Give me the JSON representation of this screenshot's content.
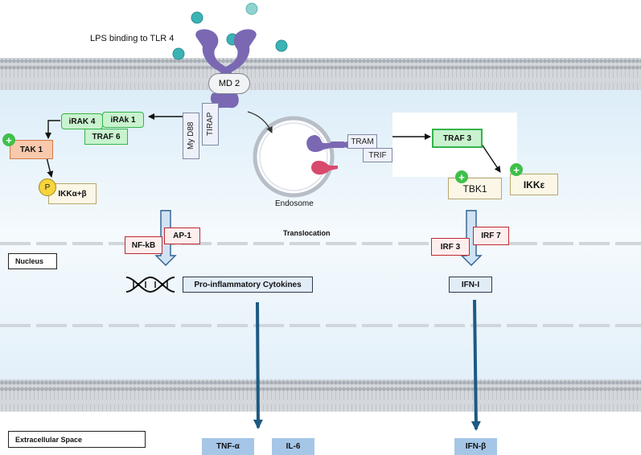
{
  "labels": {
    "lps_binding": "LPS binding to TLR 4",
    "md2": "MD 2",
    "endosome": "Endosome",
    "translocation": "Translocation"
  },
  "adaptors": {
    "myd88": "My D88",
    "tirap": "TIRAP",
    "tram": "TRAM",
    "trif": "TRIF"
  },
  "nodes": {
    "irak4": "iRAK 4",
    "irak1": "iRAk 1",
    "traf6": "TRAF 6",
    "tak1": "TAK 1",
    "ikk_ab": "IKKα+β",
    "p": "P",
    "traf3": "TRAF 3",
    "tbk1": "TBK1",
    "ikke": "IKKε",
    "nfkb": "NF-kB",
    "ap1": "AP-1",
    "irf3": "IRF 3",
    "irf7": "IRF 7",
    "plus": "+"
  },
  "outputs": {
    "cytokines": "Pro-inflammatory Cytokines",
    "ifn1": "IFN-I",
    "tnfa": "TNF-α",
    "il6": "IL-6",
    "ifnb": "IFN-β"
  },
  "regions": {
    "nucleus": "Nucleus",
    "extracellular": "Extracellular Space"
  },
  "colors": {
    "membrane": "#c5cbd1",
    "cytoplasm": "#eaf4fb",
    "receptor": "#7a68b3",
    "lps": "#3bb3b5",
    "arrow_blue": "#1d5a82"
  }
}
